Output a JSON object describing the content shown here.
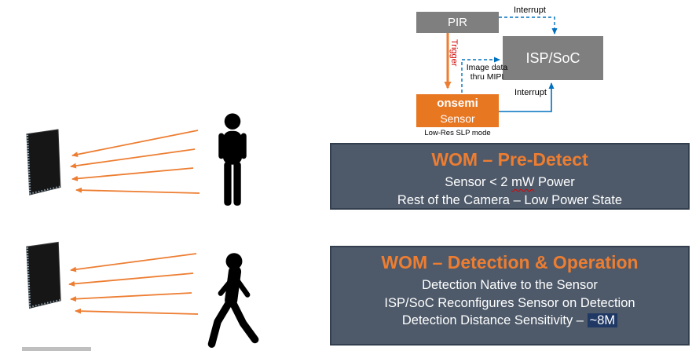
{
  "flow_diagram": {
    "pir_label": "PIR",
    "isp_soc_label": "ISP/SoC",
    "sensor_label_line1": "onsemi",
    "sensor_label_line2": "Sensor",
    "interrupt_top_label": "Interrupt",
    "interrupt_bottom_label": "Interrupt",
    "trigger_label": "Trigger",
    "image_data_label_line1": "Image data",
    "image_data_label_line2": "thru MIPI",
    "sensor_mode_caption": "Low-Res SLP mode"
  },
  "pre_detect_panel": {
    "title": "WOM – Pre-Detect",
    "line1_pre": "Sensor < 2 ",
    "line1_underlined": "mW",
    "line1_post": " Power",
    "line2": "Rest of the Camera – Low Power State"
  },
  "detection_panel": {
    "title": "WOM – Detection & Operation",
    "line1": "Detection Native to the Sensor",
    "line2": "ISP/SoC Reconfigures Sensor on Detection",
    "line3_pre": "Detection Distance Sensitivity – ",
    "line3_highlighted": "~8M"
  },
  "icons": {
    "scene1_sensor": "image-sensor-icon",
    "scene1_person": "standing-person-icon",
    "scene2_sensor": "image-sensor-icon",
    "scene2_person": "walking-person-icon"
  },
  "colors": {
    "onsemi_orange": "#E87722",
    "accent_orange": "#ED7D31",
    "box_gray": "#7F7F7F",
    "panel_slate": "#4E5A6A",
    "panel_border": "#333F4F",
    "arrow_blue": "#0070C0",
    "trigger_red": "#D00000",
    "highlight_navy": "#1F3864"
  }
}
